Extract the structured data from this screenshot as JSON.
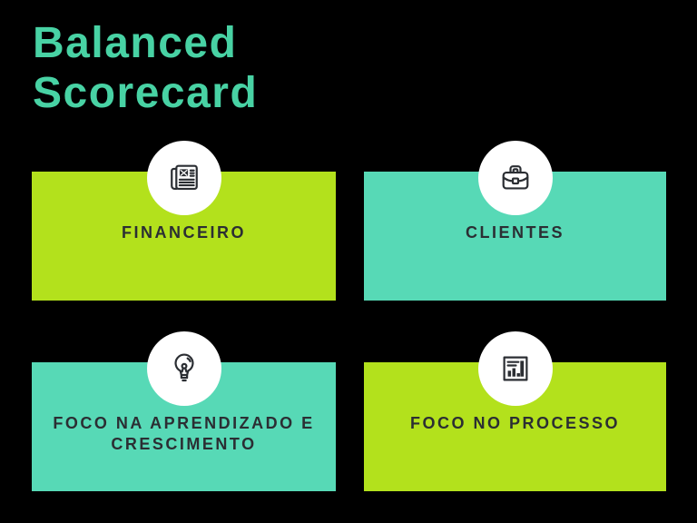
{
  "title": {
    "text": "Balanced Scorecard"
  },
  "colors": {
    "background": "#000000",
    "title": "#48d2a4",
    "lime": "#b3e11c",
    "teal": "#57d9b6",
    "label": "#2b2e33",
    "icon": "#2b2e33",
    "circle": "#ffffff"
  },
  "cards": [
    {
      "label": "FINANCEIRO",
      "icon": "newspaper-icon",
      "color": "lime"
    },
    {
      "label": "CLIENTES",
      "icon": "briefcase-icon",
      "color": "teal"
    },
    {
      "label": "FOCO NA APRENDIZADO E CRESCIMENTO",
      "icon": "lightbulb-icon",
      "color": "teal"
    },
    {
      "label": "FOCO NO PROCESSO",
      "icon": "bar-chart-icon",
      "color": "lime"
    }
  ]
}
